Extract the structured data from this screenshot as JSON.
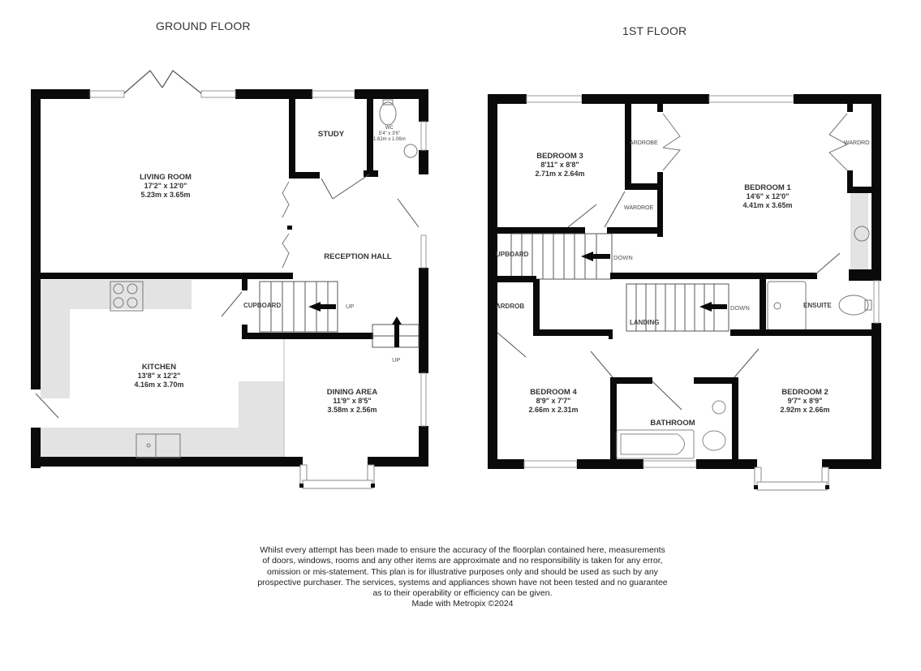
{
  "floors": [
    {
      "title": "GROUND FLOOR",
      "rooms": [
        {
          "name": "LIVING ROOM",
          "imperial": "17'2\"  x 12'0\"",
          "metric": "5.23m  x 3.65m"
        },
        {
          "name": "STUDY"
        },
        {
          "name": "WC",
          "imperial": "5'4\"  x 3'6\"",
          "metric": "1.62m  x 1.06m"
        },
        {
          "name": "RECEPTION HALL"
        },
        {
          "name": "CUPBOARD"
        },
        {
          "name": "KITCHEN",
          "imperial": "13'8\"  x 12'2\"",
          "metric": "4.16m  x 3.70m"
        },
        {
          "name": "DINING AREA",
          "imperial": "11'9\"  x 8'5\"",
          "metric": "3.58m  x 2.56m"
        }
      ],
      "stairs": [
        {
          "label": "UP"
        },
        {
          "label": "UP"
        }
      ]
    },
    {
      "title": "1ST FLOOR",
      "rooms": [
        {
          "name": "BEDROOM 3",
          "imperial": "8'11\"  x 8'8\"",
          "metric": "2.71m  x 2.64m"
        },
        {
          "name": "BEDROOM 1",
          "imperial": "14'6\"  x 12'0\"",
          "metric": "4.41m  x 3.65m"
        },
        {
          "name": "WARDROBE"
        },
        {
          "name": "WARDROBE"
        },
        {
          "name": "WARDROBE"
        },
        {
          "name": "CUPBOARD"
        },
        {
          "name": "WARDROBE"
        },
        {
          "name": "LANDING"
        },
        {
          "name": "ENSUITE"
        },
        {
          "name": "BEDROOM 4",
          "imperial": "8'9\"  x 7'7\"",
          "metric": "2.66m  x 2.31m"
        },
        {
          "name": "BATHROOM"
        },
        {
          "name": "BEDROOM 2",
          "imperial": "9'7\"  x 8'9\"",
          "metric": "2.92m  x 2.66m"
        }
      ],
      "stairs": [
        {
          "label": "DOWN"
        },
        {
          "label": "DOWN"
        }
      ]
    }
  ],
  "labels_display": {
    "wardrobe_b3": "ARDROBE",
    "wardrobe_b1_right": "WARDRO",
    "wardrobe_small": "WARDROE",
    "cupboard_first": "UPBOARD",
    "wardrobe_landing": "ARDROB"
  },
  "disclaimer": {
    "lines": [
      "Whilst every attempt has been made to ensure the accuracy of the floorplan contained here, measurements",
      "of doors, windows, rooms and any other items are approximate and no responsibility is taken for any error,",
      "omission or mis-statement. This plan is for illustrative purposes only and should be used as such by any",
      "prospective purchaser. The services, systems and appliances shown have not been tested and no guarantee",
      "as to their operability or efficiency can be given."
    ],
    "credit": "Made with Metropix ©2024"
  },
  "colors": {
    "wall": "#0a0a0a",
    "counter": "#e3e3e3",
    "fixture": "#8a8a8a"
  }
}
